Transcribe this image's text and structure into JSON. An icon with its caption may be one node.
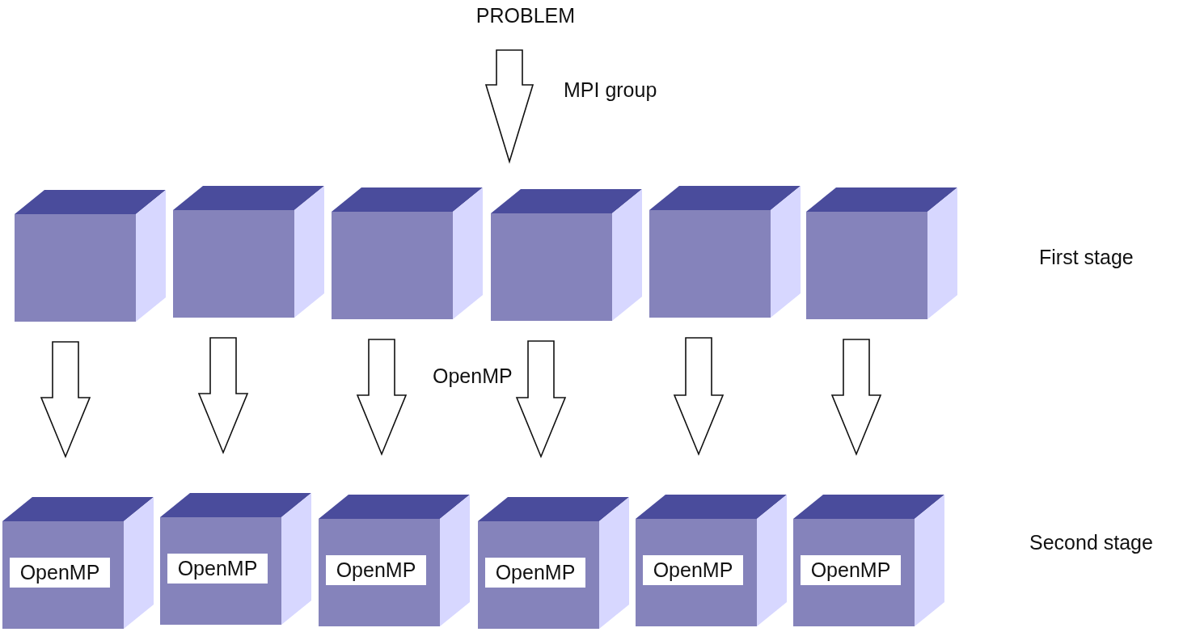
{
  "diagram": {
    "nodes": [
      {
        "text": [
          "PROBLEM"
        ]
      },
      {
        "text": [],
        "shape": "cube"
      },
      {
        "text": [],
        "shape": "cube"
      },
      {
        "text": [],
        "shape": "cube"
      },
      {
        "text": [],
        "shape": "cube"
      },
      {
        "text": [],
        "shape": "cube"
      },
      {
        "text": [],
        "shape": "cube"
      },
      {
        "text": [
          "OpenMP"
        ]
      },
      {
        "text": [
          "OpenMP"
        ]
      },
      {
        "text": [
          "OpenMP"
        ]
      },
      {
        "text": [
          "OpenMP"
        ]
      },
      {
        "text": [
          "OpenMP"
        ]
      },
      {
        "text": [
          "OpenMP"
        ]
      }
    ],
    "edges": [
      {
        "from": 0,
        "to": 4,
        "arrow": "to",
        "label": "MPI group"
      },
      {
        "from": 1,
        "to": 7,
        "arrow": "to"
      },
      {
        "from": 2,
        "to": 8,
        "arrow": "to"
      },
      {
        "from": 3,
        "to": 9,
        "arrow": "to"
      },
      {
        "from": 4,
        "to": 10,
        "arrow": "to"
      },
      {
        "from": 5,
        "to": 11,
        "arrow": "to"
      },
      {
        "from": 6,
        "to": 12,
        "arrow": "to"
      }
    ],
    "labels": [
      "First stage",
      "OpenMP",
      "Second stage"
    ]
  }
}
